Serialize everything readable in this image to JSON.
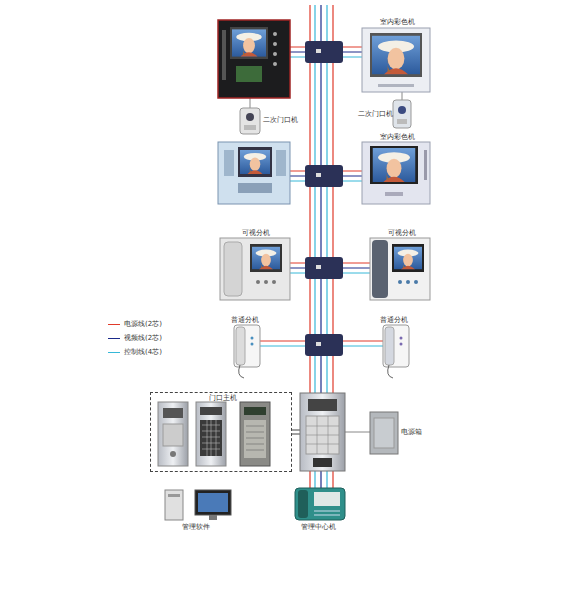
{
  "diagram": {
    "nodes": [
      {
        "text": [
          "室内彩色机"
        ]
      },
      {
        "text": [
          "二次门口机"
        ]
      },
      {
        "text": [
          "二次门口机"
        ]
      },
      {
        "text": [
          "室内彩色机"
        ]
      },
      {
        "text": [
          "可视分机"
        ]
      },
      {
        "text": [
          "可视分机"
        ]
      },
      {
        "text": [
          "普通分机"
        ]
      },
      {
        "text": [
          "普通分机"
        ]
      },
      {
        "text": [
          "门口主机"
        ]
      },
      {
        "text": [
          "电源箱"
        ]
      },
      {
        "text": [
          "管理软件"
        ]
      },
      {
        "text": [
          "管理中心机"
        ]
      }
    ],
    "legend": [
      {
        "text": "电源线(2芯)",
        "color": "#e03a2a"
      },
      {
        "text": "视频线(2芯)",
        "color": "#1a2a8a"
      },
      {
        "text": "控制线(4芯)",
        "color": "#36b8d8"
      }
    ]
  }
}
